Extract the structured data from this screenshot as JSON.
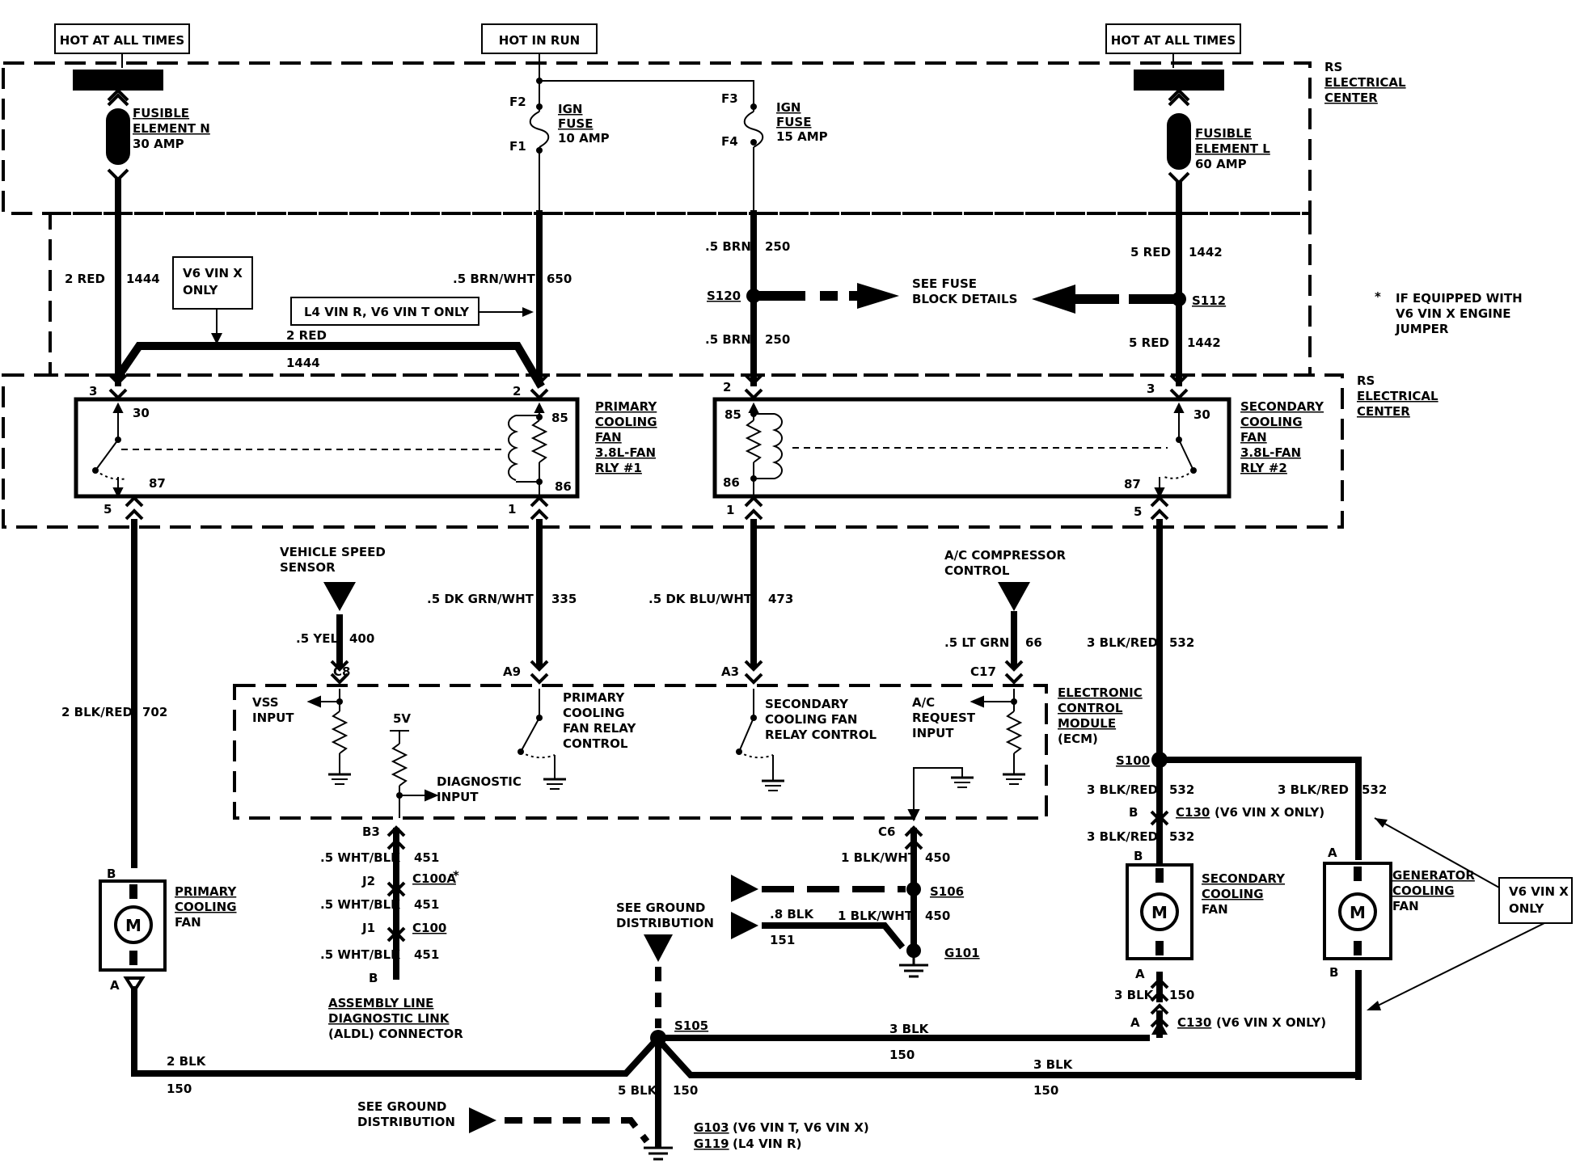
{
  "sources": {
    "left_hot": "HOT AT ALL TIMES",
    "center_hot": "HOT IN RUN",
    "right_hot": "HOT AT ALL TIMES"
  },
  "electrical_center": {
    "top": [
      "RS",
      "ELECTRICAL",
      "CENTER"
    ],
    "bottom": [
      "RS",
      "ELECTRICAL",
      "CENTER"
    ]
  },
  "fusible_n": [
    "FUSIBLE",
    "ELEMENT N",
    "30 AMP"
  ],
  "fusible_l": [
    "FUSIBLE",
    "ELEMENT L",
    "60 AMP"
  ],
  "ign_fuse_10": {
    "top_pin": "F2",
    "bottom_pin": "F1",
    "lines": [
      "IGN",
      "FUSE",
      "10 AMP"
    ]
  },
  "ign_fuse_15": {
    "top_pin": "F3",
    "bottom_pin": "F4",
    "lines": [
      "IGN",
      "FUSE",
      "15 AMP"
    ]
  },
  "wires": {
    "w1444_a": {
      "gauge": "2 RED",
      "circuit": "1444"
    },
    "w1444_b": {
      "gauge": "2 RED",
      "circuit": "1444"
    },
    "w650": {
      "gauge": ".5 BRN/WHT",
      "circuit": "650"
    },
    "w250_a": {
      "gauge": ".5 BRN",
      "circuit": "250"
    },
    "w250_b": {
      "gauge": ".5 BRN",
      "circuit": "250"
    },
    "w1442_a": {
      "gauge": "5 RED",
      "circuit": "1442"
    },
    "w1442_b": {
      "gauge": "5 RED",
      "circuit": "1442"
    },
    "w702": {
      "gauge": "2 BLK/RED",
      "circuit": "702"
    },
    "w335": {
      "gauge": ".5 DK GRN/WHT",
      "circuit": "335"
    },
    "w473": {
      "gauge": ".5 DK BLU/WHT",
      "circuit": "473"
    },
    "w400": {
      "gauge": ".5 YEL",
      "circuit": "400"
    },
    "w66": {
      "gauge": ".5 LT GRN",
      "circuit": "66"
    },
    "w532_a": {
      "gauge": "3 BLK/RED",
      "circuit": "532"
    },
    "w532_b": {
      "gauge": "3 BLK/RED",
      "circuit": "532"
    },
    "w532_c": {
      "gauge": "3 BLK/RED",
      "circuit": "532"
    },
    "w532_d": {
      "gauge": "3 BLK/RED",
      "circuit": "532"
    },
    "w451_a": {
      "gauge": ".5 WHT/BLK",
      "circuit": "451"
    },
    "w451_b": {
      "gauge": ".5 WHT/BLK",
      "circuit": "451"
    },
    "w451_c": {
      "gauge": ".5 WHT/BLK",
      "circuit": "451"
    },
    "w450_a": {
      "gauge": "1 BLK/WHT",
      "circuit": "450"
    },
    "w450_b": {
      "gauge": "1 BLK/WHT",
      "circuit": "450"
    },
    "w151": {
      "gauge": ".8 BLK",
      "circuit": "151"
    },
    "w150_main": {
      "gauge": "2 BLK",
      "circuit": "150"
    },
    "w150_s105": {
      "gauge": "5 BLK",
      "circuit": "150"
    },
    "w150_sec": {
      "gauge": "3 BLK",
      "circuit": "150"
    },
    "w150_c130": {
      "gauge": "3 BLK",
      "circuit": "150"
    },
    "w150_gen": {
      "gauge": "3 BLK",
      "circuit": "150"
    }
  },
  "callouts": {
    "v6_vin_x_only_top": [
      "V6 VIN X",
      "ONLY"
    ],
    "l4_vin_r": "L4 VIN R, V6 VIN T ONLY",
    "see_fuse_block": [
      "SEE FUSE",
      "BLOCK DETAILS"
    ],
    "if_equipped_star": "*",
    "if_equipped": [
      "IF EQUIPPED WITH",
      "V6 VIN X ENGINE",
      "JUMPER"
    ],
    "v6_vin_x_only_right": [
      "V6 VIN X",
      "ONLY"
    ]
  },
  "splices": {
    "s120": "S120",
    "s112": "S112",
    "s100": "S100",
    "s105": "S105",
    "s106": "S106"
  },
  "relay1": {
    "label": [
      "PRIMARY",
      "COOLING",
      "FAN",
      "3.8L-FAN",
      "RLY #1"
    ],
    "pin_3": "3",
    "pin_2": "2",
    "pin_5": "5",
    "pin_1": "1",
    "t30": "30",
    "t85": "85",
    "t87": "87",
    "t86": "86"
  },
  "relay2": {
    "label": [
      "SECONDARY",
      "COOLING",
      "FAN",
      "3.8L-FAN",
      "RLY #2"
    ],
    "pin_2": "2",
    "pin_3": "3",
    "pin_1": "1",
    "pin_5": "5",
    "t85": "85",
    "t30": "30",
    "t86": "86",
    "t87": "87"
  },
  "vss": [
    "VEHICLE SPEED",
    "SENSOR"
  ],
  "ac_compressor": [
    "A/C COMPRESSOR",
    "CONTROL"
  ],
  "ecm": {
    "label": [
      "ELECTRONIC",
      "CONTROL",
      "MODULE",
      "(ECM)"
    ],
    "pin_c8": "C8",
    "pin_a9": "A9",
    "pin_a3": "A3",
    "pin_c17": "C17",
    "pin_b3": "B3",
    "pin_c6": "C6",
    "vss_input": [
      "VSS",
      "INPUT"
    ],
    "five_v": "5V",
    "diag_input": [
      "DIAGNOSTIC",
      "INPUT"
    ],
    "primary_ctrl": [
      "PRIMARY",
      "COOLING",
      "FAN RELAY",
      "CONTROL"
    ],
    "secondary_ctrl": [
      "SECONDARY",
      "COOLING FAN",
      "RELAY CONTROL"
    ],
    "ac_request": [
      "A/C",
      "REQUEST",
      "INPUT"
    ]
  },
  "aldl": {
    "j2": "J2",
    "c100a": "C100A",
    "c100a_star": "*",
    "j1": "J1",
    "c100": "C100",
    "pin_b": "B",
    "label": [
      "ASSEMBLY LINE",
      "DIAGNOSTIC LINK",
      "(ALDL) CONNECTOR"
    ]
  },
  "motors": {
    "m_symbol": "M",
    "primary": {
      "label": [
        "PRIMARY",
        "COOLING",
        "FAN"
      ],
      "top_pin": "B",
      "bottom_pin": "A"
    },
    "secondary": {
      "label": [
        "SECONDARY",
        "COOLING",
        "FAN"
      ],
      "top_pin": "B",
      "bottom_pin": "A"
    },
    "generator": {
      "label": [
        "GENERATOR",
        "COOLING",
        "FAN"
      ],
      "top_pin": "A",
      "bottom_pin": "B"
    }
  },
  "connectors": {
    "c130_b_pin": "B",
    "c130_b": "C130",
    "c130_b_note": "(V6 VIN X ONLY)",
    "c130_a_pin": "A",
    "c130_a": "C130",
    "c130_a_note": "(V6 VIN X ONLY)"
  },
  "grounds": {
    "see_ground_1": [
      "SEE GROUND",
      "DISTRIBUTION"
    ],
    "see_ground_2": [
      "SEE GROUND",
      "DISTRIBUTION"
    ],
    "g101": "G101",
    "g103": "G103",
    "g103_note": "(V6 VIN T, V6 VIN X)",
    "g119": "G119",
    "g119_note": "(L4 VIN R)"
  }
}
